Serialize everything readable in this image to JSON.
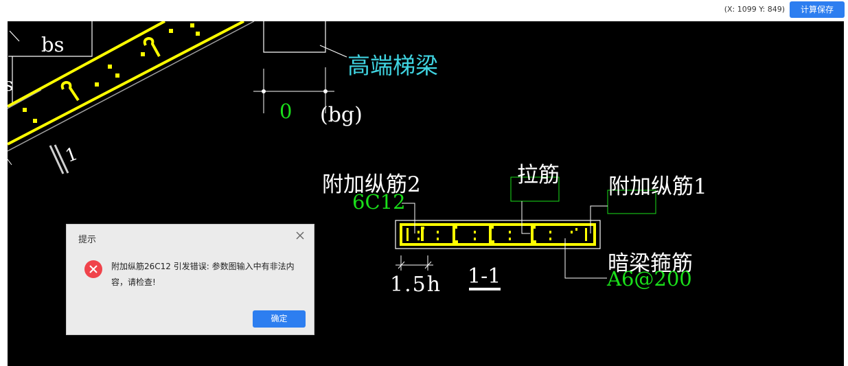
{
  "toolbar": {
    "coordinates": "(X: 1099 Y: 849)",
    "calc_save_label": "计算保存"
  },
  "drawing": {
    "label_bs": "bs",
    "label_s": "s",
    "label_1": "1",
    "high_end_beam": "高端梯梁",
    "dim_zero": "0",
    "dim_bg": "(bg)",
    "tie_bar": "拉筋",
    "extra_long_bar_2": "附加纵筋2",
    "extra_long_bar_2_value": "6C12",
    "extra_long_bar_1": "附加纵筋1",
    "hidden_beam_stirrup": "暗梁箍筋",
    "hidden_beam_stirrup_value": "A6@200",
    "dim_15h": "1.5h",
    "section_label": "1-1",
    "colors": {
      "background": "#000000",
      "white": "#ffffff",
      "green": "#1adf1a",
      "cyan": "#3fd3e0",
      "yellow": "#ffff00"
    }
  },
  "dialog": {
    "title": "提示",
    "message": "附加纵筋26C12 引发错误: 参数图输入中有非法内容，请检查!",
    "ok_label": "确定",
    "icon": "error-icon",
    "close_icon": "close-icon"
  }
}
